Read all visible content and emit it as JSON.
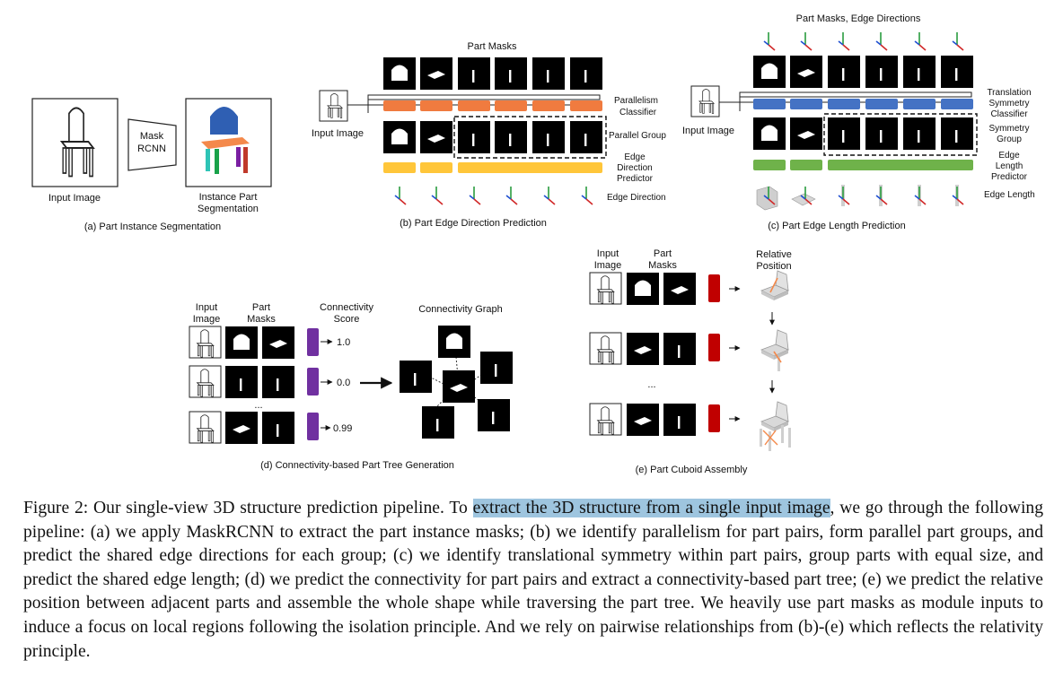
{
  "figure": {
    "panel_a": {
      "caption": "(a) Part Instance Segmentation",
      "input_label": "Input Image",
      "net_label_line1": "Mask",
      "net_label_line2": "RCNN",
      "output_label_line1": "Instance Part",
      "output_label_line2": "Segmentation"
    },
    "panel_b": {
      "caption": "(b) Part Edge Direction Prediction",
      "top_label": "Part Masks",
      "input_label": "Input Image",
      "classifier_label_line1": "Parallelism",
      "classifier_label_line2": "Classifier",
      "group_label": "Parallel Group",
      "predictor_line1": "Edge",
      "predictor_line2": "Direction",
      "predictor_line3": "Predictor",
      "output_label": "Edge Direction"
    },
    "panel_c": {
      "caption": "(c) Part Edge Length Prediction",
      "top_label": "Part Masks, Edge Directions",
      "input_label": "Input Image",
      "classifier_line1": "Translation",
      "classifier_line2": "Symmetry",
      "classifier_line3": "Classifier",
      "group_line1": "Symmetry",
      "group_line2": "Group",
      "predictor_line1": "Edge",
      "predictor_line2": "Length",
      "predictor_line3": "Predictor",
      "output_label": "Edge Length"
    },
    "panel_d": {
      "caption": "(d) Connectivity-based Part Tree Generation",
      "col_input_line1": "Input",
      "col_input_line2": "Image",
      "col_masks_line1": "Part",
      "col_masks_line2": "Masks",
      "col_score_line1": "Connectivity",
      "col_score_line2": "Score",
      "graph_label": "Connectivity Graph",
      "scores": [
        "1.0",
        "0.0",
        "0.99"
      ],
      "ellipsis": "..."
    },
    "panel_e": {
      "caption": "(e) Part Cuboid Assembly",
      "col_input_line1": "Input",
      "col_input_line2": "Image",
      "col_masks_line1": "Part",
      "col_masks_line2": "Masks",
      "col_rel_line1": "Relative",
      "col_rel_line2": "Position",
      "ellipsis": "..."
    },
    "colors": {
      "orange": "#f07b3f",
      "blue": "#4472c4",
      "yellow": "#ffc63a",
      "green": "#6fb24a",
      "purple": "#7030a0",
      "red": "#c00000",
      "seat_orange": "#f4894b",
      "back_blue": "#2f5fb3",
      "highlight": "#9ec5df"
    }
  },
  "caption": {
    "lead": "Figure 2: Our single-view 3D structure prediction pipeline. To ",
    "highlight": "extract the 3D structure from a single input image",
    "rest": ", we go through the following pipeline: (a) we apply MaskRCNN to extract the part instance masks; (b) we identify parallelism for part pairs, form parallel part groups, and predict the shared edge directions for each group; (c) we identify translational symmetry within part pairs, group parts with equal size, and predict the shared edge length; (d) we predict the connectivity for part pairs and extract a connectivity-based part tree; (e) we predict the relative position between adjacent parts and assemble the whole shape while traversing the part tree. We heavily use part masks as module inputs to induce a focus on local regions following the isolation principle. And we rely on pairwise relationships from (b)-(e) which reflects the relativity principle."
  }
}
